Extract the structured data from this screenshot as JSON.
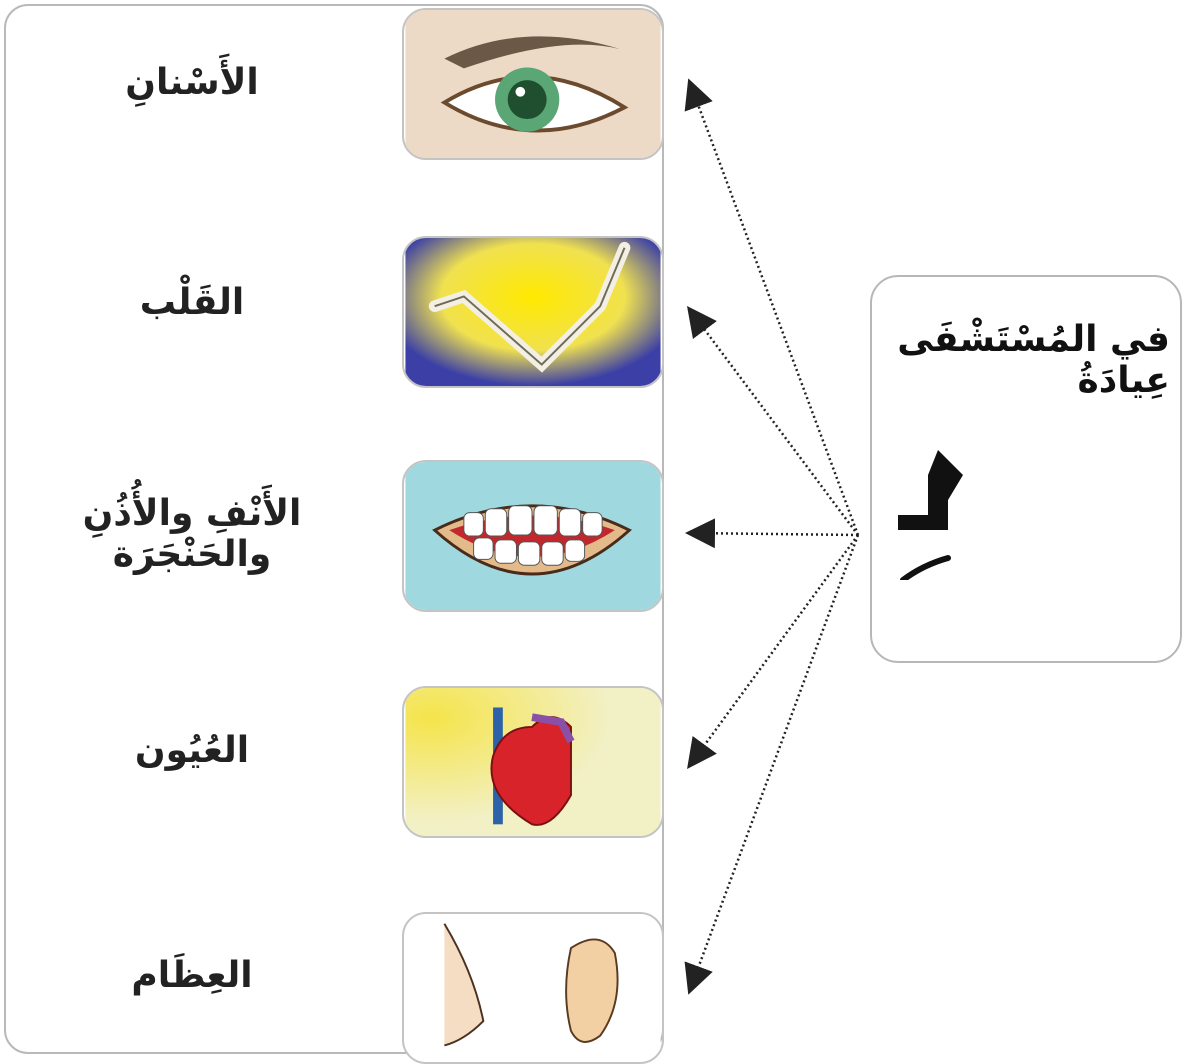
{
  "labels": [
    "الأَسْنانِ",
    "القَلْب",
    "الأَنْفِ والأُذُنِ والحَنْجَرَة",
    "العُيُون",
    "العِظَام"
  ],
  "images": [
    "eye-image",
    "arm-bones-image",
    "teeth-image",
    "heart-image",
    "nose-ear-image"
  ],
  "right_card": {
    "phrase": "في المُسْتَشْفَى عِيادَةُ",
    "letter": "لِـ"
  },
  "colors": {
    "border": "#b9b9b9",
    "arrow": "#222222"
  }
}
